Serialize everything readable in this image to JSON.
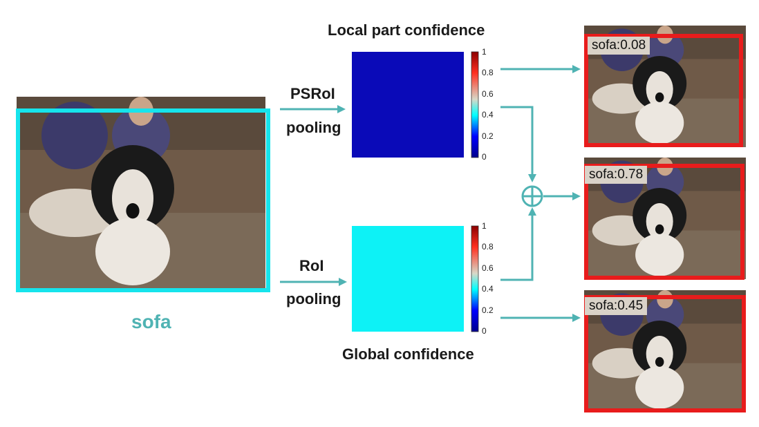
{
  "input": {
    "class_label": "sofa",
    "box_color": "#16e4ec"
  },
  "branches": {
    "top": {
      "op_line1": "PSRoI",
      "op_line2": "pooling",
      "title": "Local part confidence",
      "map_color": "#0a0ab8"
    },
    "bottom": {
      "op_line1": "RoI",
      "op_line2": "pooling",
      "title": "Global confidence",
      "map_color": "#0df2f6"
    }
  },
  "colorbar": {
    "ticks": [
      "1",
      "0.8",
      "0.6",
      "0.4",
      "0.2",
      "0"
    ],
    "colors": [
      "#00008c",
      "#0000ff",
      "#00ffff",
      "#d8d8c8",
      "#ff3020",
      "#8c0000"
    ]
  },
  "fusion": {
    "symbol": "plus-circle",
    "color": "#4fb3b3"
  },
  "outputs": [
    {
      "label": "sofa:0.08",
      "score": 0.08
    },
    {
      "label": "sofa:0.78",
      "score": 0.78
    },
    {
      "label": "sofa:0.45",
      "score": 0.45
    }
  ],
  "output_box_color": "#e81c1c",
  "arrow_color": "#4fb3b3"
}
